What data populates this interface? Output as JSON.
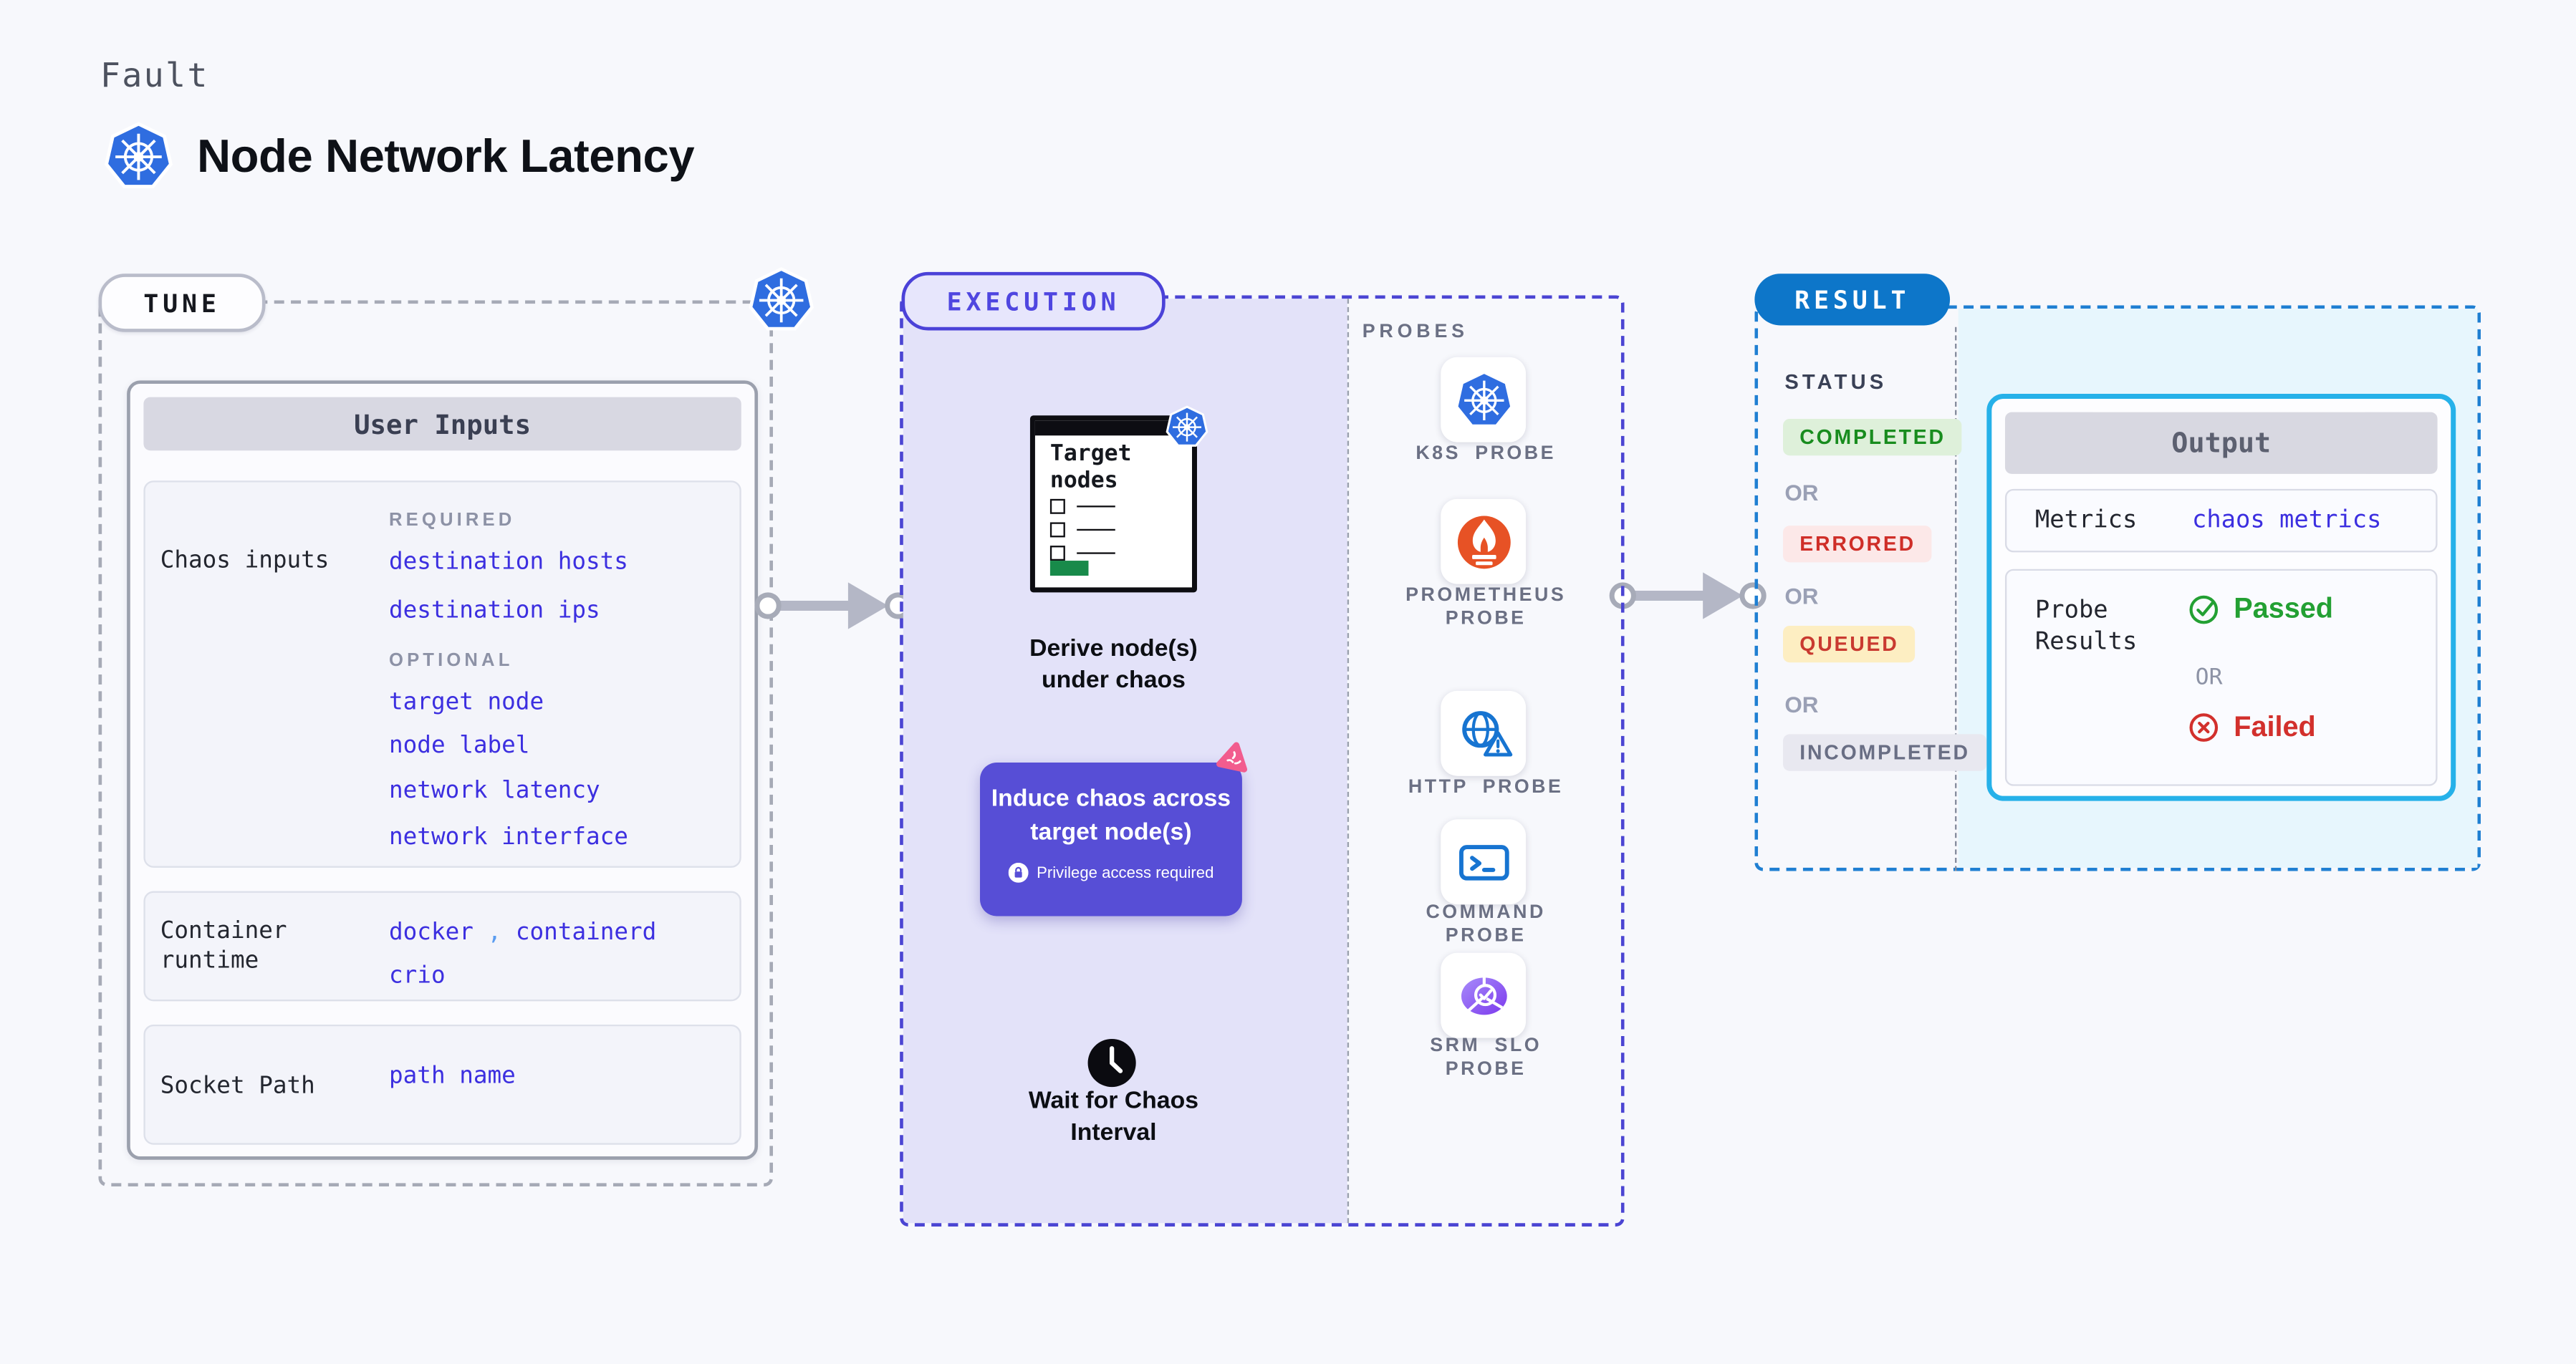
{
  "header": {
    "eyebrow": "Fault",
    "title": "Node Network Latency",
    "icon": "kubernetes-icon"
  },
  "tune": {
    "label": "TUNE",
    "corner_icon": "kubernetes-icon",
    "user_inputs": {
      "title": "User Inputs",
      "chaos_inputs": {
        "label": "Chaos inputs",
        "required_heading": "REQUIRED",
        "required_items": [
          "destination hosts",
          "destination ips"
        ],
        "optional_heading": "OPTIONAL",
        "optional_items": [
          "target node",
          "node label",
          "network latency",
          "network interface"
        ]
      },
      "container_runtime": {
        "label": "Container runtime",
        "value_1": "docker",
        "separator": ",",
        "value_2": "containerd",
        "value_3": "crio"
      },
      "socket_path": {
        "label": "Socket Path",
        "value": "path name"
      }
    }
  },
  "execution": {
    "label": "EXECUTION",
    "target_window": {
      "title": "Target nodes",
      "badge_icon": "kubernetes-icon"
    },
    "derive_line1": "Derive node(s)",
    "derive_line2": "under chaos",
    "induce": {
      "line1": "Induce chaos across",
      "line2": "target node(s)",
      "badge": "Privilege access required",
      "badge_icon": "lock-icon",
      "corner_icon": "litmus-chaos-icon"
    },
    "wait_icon": "clock-icon",
    "wait_line1": "Wait for Chaos",
    "wait_line2": "Interval"
  },
  "probes": {
    "heading": "PROBES",
    "items": [
      {
        "label": "K8S PROBE",
        "icon": "kubernetes-icon"
      },
      {
        "label": "PROMETHEUS PROBE",
        "icon": "prometheus-icon"
      },
      {
        "label": "HTTP PROBE",
        "icon": "http-globe-warning-icon"
      },
      {
        "label": "COMMAND PROBE",
        "icon": "terminal-icon"
      },
      {
        "label": "SRM SLO PROBE",
        "icon": "slo-timer-icon"
      }
    ]
  },
  "result": {
    "label": "RESULT",
    "status": {
      "heading": "STATUS",
      "or_label": "OR",
      "badges": [
        {
          "text": "COMPLETED",
          "color": "#188c1e",
          "bg": "#def0da"
        },
        {
          "text": "ERRORED",
          "color": "#cf2e28",
          "bg": "#fce8e8"
        },
        {
          "text": "QUEUED",
          "color": "#c93a30",
          "bg": "#fdeec2"
        },
        {
          "text": "INCOMPLETED",
          "color": "#696e84",
          "bg": "#e8e8f0"
        }
      ]
    },
    "output": {
      "title": "Output",
      "metrics_label": "Metrics",
      "metrics_value": "chaos metrics",
      "probe_results_label": "Probe Results",
      "or_label": "OR",
      "passed_label": "Passed",
      "passed_icon": "check-circle-icon",
      "failed_label": "Failed",
      "failed_icon": "x-circle-icon"
    }
  },
  "colors": {
    "page_bg": "#f7f8fc",
    "tune_dash": "#a6aab6",
    "execution_dash": "#4b45d3",
    "execution_fill": "#e3e2f9",
    "result_dash": "#1f7fd2",
    "result_pill_bg": "#0d76c9",
    "induce_bg": "#574ed6",
    "link_blue": "#3c2fe0",
    "output_border": "#26b1e9",
    "output_zone_bg": "#e7f6fd",
    "passed_green": "#23a033",
    "failed_red": "#d2302c",
    "kubernetes_blue": "#2f6de0",
    "prometheus_orange": "#e75225",
    "probe_icon_blue": "#1774d1",
    "litmus_pink": "#f25c8e",
    "target_green": "#188a4a",
    "arrow_gray": "#b4b7c6"
  }
}
